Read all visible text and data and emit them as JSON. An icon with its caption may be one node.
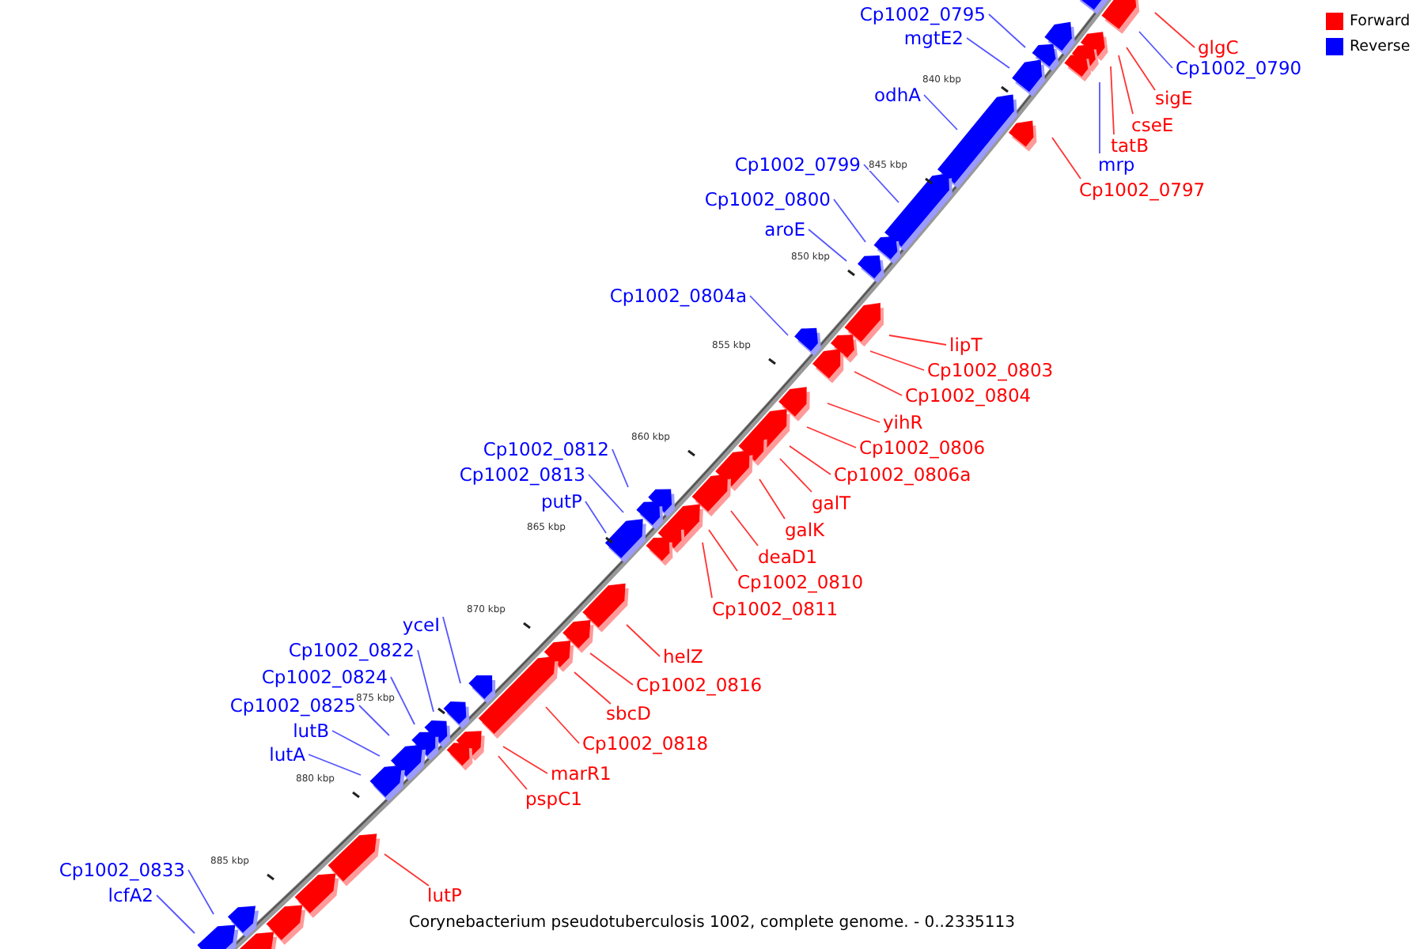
{
  "diagram": {
    "caption": "Corynebacterium pseudotuberculosis 1002, complete genome. - 0..2335113",
    "nodes": [
      {
        "text": [
          "Cp1002_0795"
        ]
      },
      {
        "text": [
          "mgtE2"
        ]
      },
      {
        "text": [
          "Cp1002_0790"
        ]
      },
      {
        "text": [
          "glgC"
        ]
      },
      {
        "text": [
          "sigE"
        ]
      },
      {
        "text": [
          "cseE"
        ]
      },
      {
        "text": [
          "tatB"
        ]
      },
      {
        "text": [
          "mrp"
        ]
      },
      {
        "text": [
          "Cp1002_0797"
        ]
      },
      {
        "text": [
          "odhA"
        ]
      },
      {
        "text": [
          "Cp1002_0799"
        ]
      },
      {
        "text": [
          "Cp1002_0800"
        ]
      },
      {
        "text": [
          "aroE"
        ]
      },
      {
        "text": [
          "Cp1002_0804a"
        ]
      },
      {
        "text": [
          "lipT"
        ]
      },
      {
        "text": [
          "Cp1002_0803"
        ]
      },
      {
        "text": [
          "Cp1002_0804"
        ]
      },
      {
        "text": [
          "yihR"
        ]
      },
      {
        "text": [
          "Cp1002_0806"
        ]
      },
      {
        "text": [
          "Cp1002_0806a"
        ]
      },
      {
        "text": [
          "galT"
        ]
      },
      {
        "text": [
          "galK"
        ]
      },
      {
        "text": [
          "deaD1"
        ]
      },
      {
        "text": [
          "Cp1002_0810"
        ]
      },
      {
        "text": [
          "Cp1002_0811"
        ]
      },
      {
        "text": [
          "Cp1002_0812"
        ]
      },
      {
        "text": [
          "Cp1002_0813"
        ]
      },
      {
        "text": [
          "putP"
        ]
      },
      {
        "text": [
          "helZ"
        ]
      },
      {
        "text": [
          "Cp1002_0816"
        ]
      },
      {
        "text": [
          "sbcD"
        ]
      },
      {
        "text": [
          "Cp1002_0818"
        ]
      },
      {
        "text": [
          "marR1"
        ]
      },
      {
        "text": [
          "pspC1"
        ]
      },
      {
        "text": [
          "yceI"
        ]
      },
      {
        "text": [
          "Cp1002_0822"
        ]
      },
      {
        "text": [
          "Cp1002_0824"
        ]
      },
      {
        "text": [
          "Cp1002_0825"
        ]
      },
      {
        "text": [
          "lutB"
        ]
      },
      {
        "text": [
          "lutA"
        ]
      },
      {
        "text": [
          "lutP"
        ]
      },
      {
        "text": [
          "Cp1002_0833"
        ]
      },
      {
        "text": [
          "lcfA2"
        ]
      }
    ],
    "edges": [
      {
        "from": 0,
        "to": null,
        "arrow": "none",
        "color": "#5555ff"
      },
      {
        "from": 1,
        "to": null,
        "arrow": "none",
        "color": "#5555ff"
      },
      {
        "from": 2,
        "to": null,
        "arrow": "none",
        "color": "#5555ff"
      },
      {
        "from": 3,
        "to": null,
        "arrow": "none"
      },
      {
        "from": 4,
        "to": null,
        "arrow": "none"
      },
      {
        "from": 5,
        "to": null,
        "arrow": "none"
      },
      {
        "from": 6,
        "to": null,
        "arrow": "none"
      },
      {
        "from": 7,
        "to": null,
        "arrow": "none",
        "color": "#5555ff"
      },
      {
        "from": 8,
        "to": null,
        "arrow": "none"
      },
      {
        "from": 9,
        "to": null,
        "arrow": "none",
        "color": "#5555ff"
      },
      {
        "from": 10,
        "to": null,
        "arrow": "none",
        "color": "#5555ff"
      },
      {
        "from": 11,
        "to": null,
        "arrow": "none",
        "color": "#5555ff"
      },
      {
        "from": 12,
        "to": null,
        "arrow": "none",
        "color": "#5555ff"
      },
      {
        "from": 13,
        "to": null,
        "arrow": "none",
        "color": "#5555ff"
      },
      {
        "from": 14,
        "to": null,
        "arrow": "none"
      },
      {
        "from": 15,
        "to": null,
        "arrow": "none"
      },
      {
        "from": 16,
        "to": null,
        "arrow": "none"
      },
      {
        "from": 17,
        "to": null,
        "arrow": "none"
      },
      {
        "from": 18,
        "to": null,
        "arrow": "none"
      },
      {
        "from": 19,
        "to": null,
        "arrow": "none"
      },
      {
        "from": 20,
        "to": null,
        "arrow": "none"
      },
      {
        "from": 21,
        "to": null,
        "arrow": "none"
      },
      {
        "from": 22,
        "to": null,
        "arrow": "none"
      },
      {
        "from": 23,
        "to": null,
        "arrow": "none"
      },
      {
        "from": 24,
        "to": null,
        "arrow": "none"
      },
      {
        "from": 25,
        "to": null,
        "arrow": "none",
        "color": "#5555ff"
      },
      {
        "from": 26,
        "to": null,
        "arrow": "none",
        "color": "#5555ff"
      },
      {
        "from": 27,
        "to": null,
        "arrow": "none",
        "color": "#5555ff"
      },
      {
        "from": 28,
        "to": null,
        "arrow": "none"
      },
      {
        "from": 29,
        "to": null,
        "arrow": "none"
      },
      {
        "from": 30,
        "to": null,
        "arrow": "none"
      },
      {
        "from": 31,
        "to": null,
        "arrow": "none"
      },
      {
        "from": 32,
        "to": null,
        "arrow": "none"
      },
      {
        "from": 33,
        "to": null,
        "arrow": "none"
      },
      {
        "from": 34,
        "to": null,
        "arrow": "none",
        "color": "#5555ff"
      },
      {
        "from": 35,
        "to": null,
        "arrow": "none",
        "color": "#5555ff"
      },
      {
        "from": 36,
        "to": null,
        "arrow": "none",
        "color": "#5555ff"
      },
      {
        "from": 37,
        "to": null,
        "arrow": "none",
        "color": "#5555ff"
      },
      {
        "from": 38,
        "to": null,
        "arrow": "none",
        "color": "#5555ff"
      },
      {
        "from": 39,
        "to": null,
        "arrow": "none",
        "color": "#5555ff"
      },
      {
        "from": 40,
        "to": null,
        "arrow": "none"
      },
      {
        "from": 41,
        "to": null,
        "arrow": "none",
        "color": "#5555ff"
      },
      {
        "from": 42,
        "to": null,
        "arrow": "none",
        "color": "#5555ff"
      }
    ],
    "labels": [
      "840 kbp",
      "845 kbp",
      "850 kbp",
      "855 kbp",
      "860 kbp",
      "865 kbp",
      "870 kbp",
      "875 kbp",
      "880 kbp",
      "885 kbp"
    ],
    "legend": [
      {
        "text": "Forward",
        "color": "#ff0000"
      },
      {
        "text": "Reverse",
        "color": "#0000ff"
      }
    ]
  }
}
